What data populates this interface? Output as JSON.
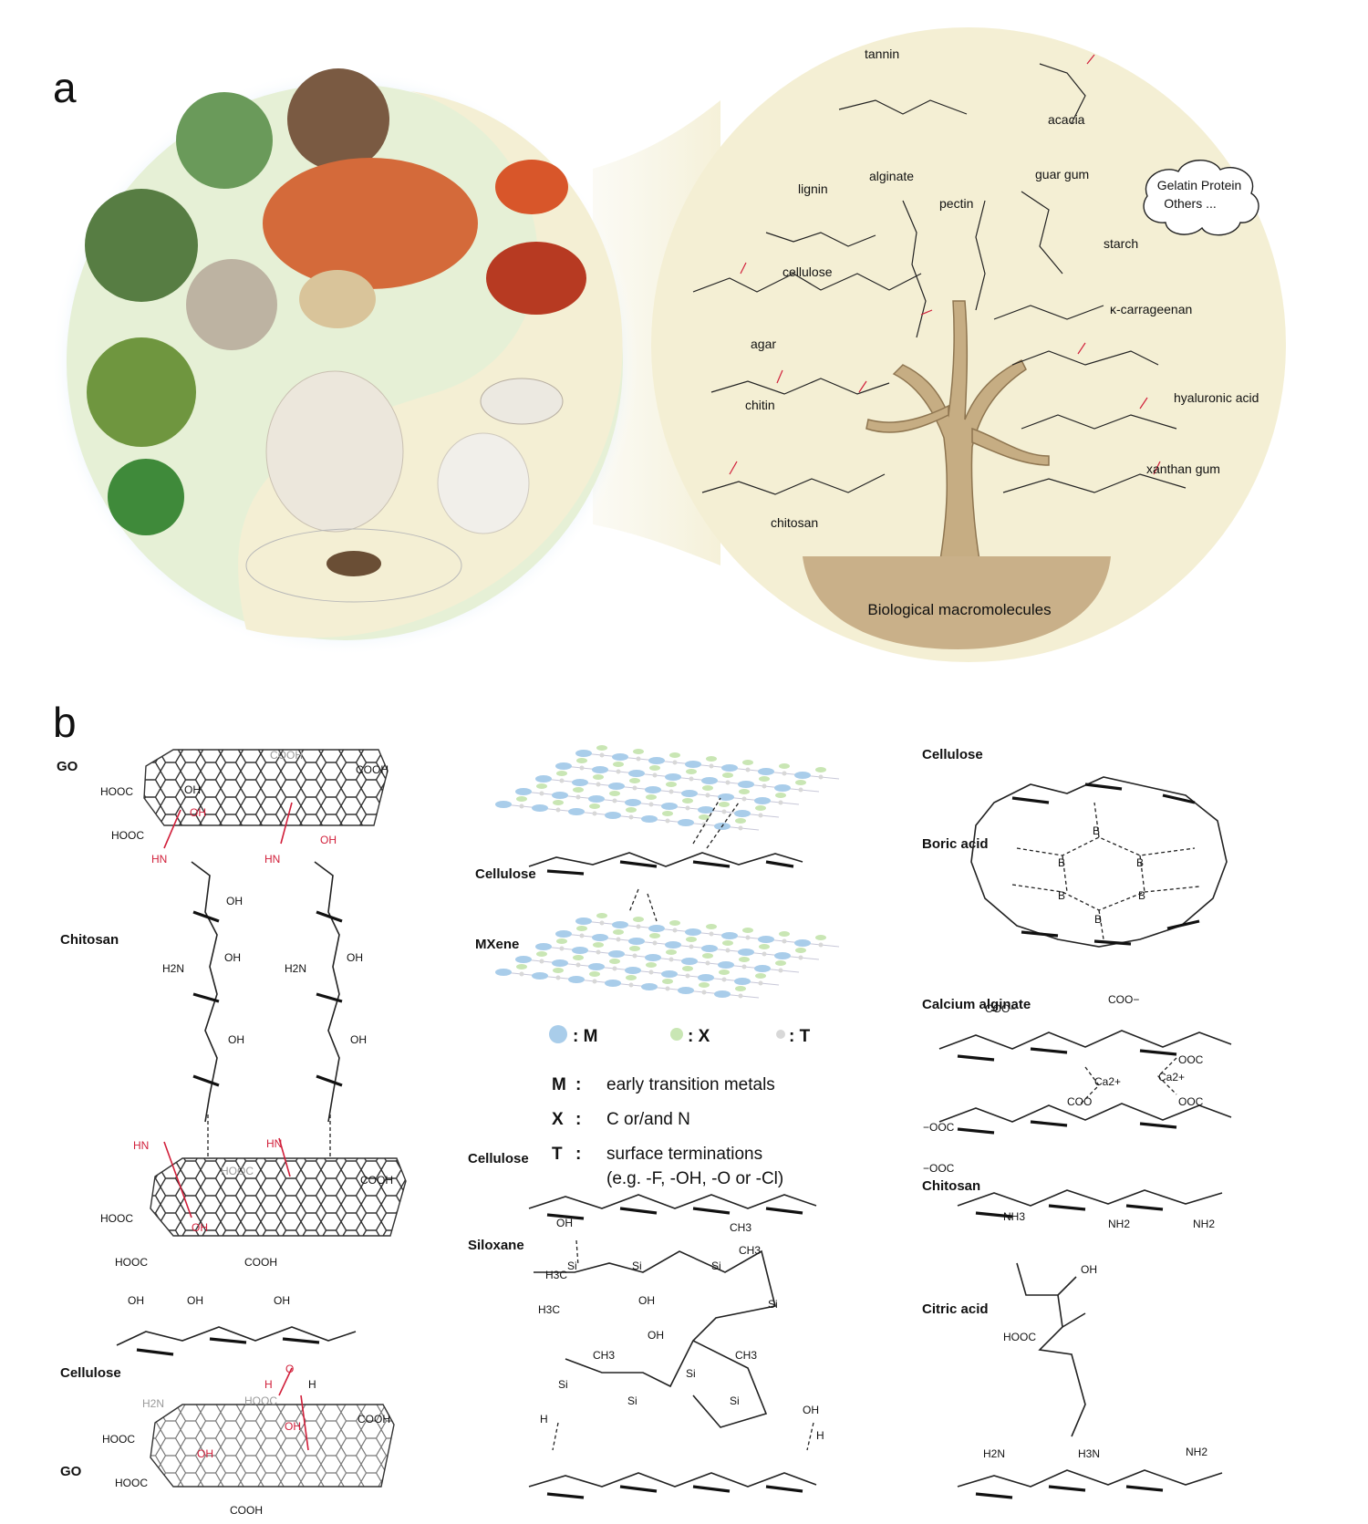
{
  "panels": {
    "a": {
      "letter": "a",
      "tree_labels": [
        "tannin",
        "acacia",
        "lignin",
        "alginate",
        "pectin",
        "guar gum",
        "starch",
        "cellulose",
        "κ-carrageenan",
        "agar",
        "hyaluronic acid",
        "chitin",
        "xanthan gum",
        "chitosan"
      ],
      "cloud_lines": [
        "Gelatin Protein",
        "Others ..."
      ],
      "base_label": "Biological macromolecules",
      "colors": {
        "green_zone": "#e6f0d6",
        "cream_zone": "#f4efd4",
        "tree": "#c6ad83",
        "base": "#c9b089",
        "red_group": "#d11f3a"
      }
    },
    "b": {
      "letter": "b",
      "col1": {
        "labels": [
          "GO",
          "Chitosan",
          "Cellulose",
          "GO"
        ],
        "groups": [
          "COOH",
          "COOH",
          "HOOC",
          "OH",
          "OH",
          "HOOC",
          "HN",
          "HN",
          "OH",
          "OH",
          "H2N",
          "OH",
          "H2N",
          "OH",
          "OH",
          "OH",
          "HN",
          "HN",
          "HOOC",
          "COOH",
          "HOOC",
          "OH",
          "HOOC",
          "COOH",
          "OH",
          "OH",
          "OH",
          "H",
          "H",
          "O",
          "H2N",
          "HOOC",
          "COOH",
          "HOOC",
          "OH",
          "OH",
          "HOOC",
          "COOH"
        ]
      },
      "col2": {
        "labels": [
          "Cellulose",
          "MXene",
          "Cellulose",
          "Siloxane"
        ],
        "legend": [
          {
            "key": "M",
            "text": "early transition metals"
          },
          {
            "key": "X",
            "text": "C or/and N"
          },
          {
            "key": "T",
            "text": "surface terminations"
          }
        ],
        "legend_note": "(e.g. -F, -OH, -O or -Cl)",
        "swatches": [
          {
            "key": ": M",
            "color": "#a9cdea"
          },
          {
            "key": ": X",
            "color": "#c9e6b4"
          },
          {
            "key": ": T",
            "color": "#d8d8d8"
          }
        ],
        "groups": [
          "H3C",
          "CH3",
          "Si",
          "Si",
          "Si",
          "Si",
          "OH",
          "OH",
          "H3C",
          "CH3",
          "CH3",
          "CH3",
          "Si",
          "Si",
          "Si",
          "Si",
          "OH",
          "OH",
          "H",
          "H"
        ]
      },
      "col3": {
        "labels": [
          "Cellulose",
          "Boric acid",
          "Calcium alginate",
          "Chitosan",
          "Citric acid"
        ],
        "groups": [
          "B",
          "B",
          "B",
          "B",
          "B",
          "B",
          "COO−",
          "COO−",
          "−OOC",
          "COO",
          "Ca2+",
          "Ca2+",
          "OOC",
          "−OOC",
          "OOC",
          "NH3",
          "NH2",
          "NH2",
          "OH",
          "HOOC",
          "H2N",
          "H3N",
          "NH2"
        ]
      }
    }
  }
}
